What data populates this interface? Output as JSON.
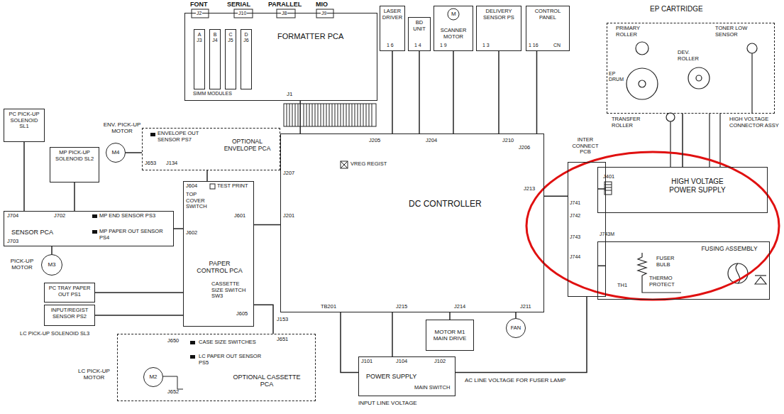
{
  "diagram": {
    "nodes": [
      {
        "text": [
          "FORMATTER PCA"
        ]
      },
      {
        "text": [
          "A",
          "J3"
        ],
        "in": 0
      },
      {
        "text": [
          "B",
          "J4"
        ],
        "in": 0
      },
      {
        "text": [
          "C",
          "J5"
        ],
        "in": 0
      },
      {
        "text": [
          "D",
          "J6"
        ],
        "in": 0
      },
      {
        "text": [
          "LASER DRIVER"
        ]
      },
      {
        "text": [
          "BD UNIT"
        ]
      },
      {
        "text": [
          "SCANNER MOTOR"
        ]
      },
      {
        "text": [
          "DELIVERY SENSOR PS"
        ]
      },
      {
        "text": [
          "CONTROL PANEL"
        ]
      },
      {
        "text": [
          "EP CARTRIDGE"
        ]
      },
      {
        "text": [
          "DC CONTROLLER"
        ]
      },
      {
        "text": [
          "INTER CONNECT PCB"
        ]
      },
      {
        "text": [
          "HIGH VOLTAGE POWER SUPPLY"
        ]
      },
      {
        "text": [
          "FUSING ASSEMBLY"
        ]
      },
      {
        "text": [
          "PC PICK-UP SOLENOID SL1"
        ]
      },
      {
        "text": [
          "MP PICK-UP SOLENOID SL2"
        ]
      },
      {
        "text": [
          "ENV. PICK-UP MOTOR",
          "M4"
        ]
      },
      {
        "text": [
          "OPTIONAL ENVELOPE PCA"
        ]
      },
      {
        "text": [
          "SENSOR PCA"
        ]
      },
      {
        "text": [
          "PICK-UP MOTOR",
          "M3"
        ]
      },
      {
        "text": [
          "PAPER CONTROL PCA"
        ]
      },
      {
        "text": [
          "PC TRAY PAPER OUT PS1"
        ]
      },
      {
        "text": [
          "INPUT/REGIST SENSOR PS2"
        ]
      },
      {
        "text": [
          "OPTIONAL CASSETTE PCA"
        ]
      },
      {
        "text": [
          "LC PICK-UP MOTOR",
          "M2"
        ],
        "in": 24
      },
      {
        "text": [
          "MOTOR M1",
          "MAIN DRIVE"
        ]
      },
      {
        "text": [
          "FAN"
        ]
      },
      {
        "text": [
          "POWER SUPPLY"
        ]
      }
    ],
    "edges": [
      {
        "from": 0,
        "to": 11,
        "arrow": "none"
      },
      {
        "from": 5,
        "to": 11,
        "arrow": "none"
      },
      {
        "from": 6,
        "to": 11,
        "arrow": "none"
      },
      {
        "from": 7,
        "to": 11,
        "arrow": "none"
      },
      {
        "from": 8,
        "to": 11,
        "arrow": "none"
      },
      {
        "from": 9,
        "to": 11,
        "arrow": "none"
      },
      {
        "from": 11,
        "to": 12,
        "arrow": "none"
      },
      {
        "from": 12,
        "to": 13,
        "arrow": "none"
      },
      {
        "from": 12,
        "to": 14,
        "arrow": "none"
      },
      {
        "from": 13,
        "to": 10,
        "arrow": "none"
      },
      {
        "from": 21,
        "to": 11,
        "arrow": "none"
      },
      {
        "from": 19,
        "to": 21,
        "arrow": "none"
      },
      {
        "from": 15,
        "to": 19,
        "arrow": "none"
      },
      {
        "from": 16,
        "to": 19,
        "arrow": "none"
      },
      {
        "from": 20,
        "to": 19,
        "arrow": "none"
      },
      {
        "from": 18,
        "to": 21,
        "arrow": "none"
      },
      {
        "from": 17,
        "to": 18,
        "arrow": "none"
      },
      {
        "from": 22,
        "to": 21,
        "arrow": "none"
      },
      {
        "from": 23,
        "to": 21,
        "arrow": "none"
      },
      {
        "from": 21,
        "to": 24,
        "arrow": "none"
      },
      {
        "from": 11,
        "to": 26,
        "arrow": "none"
      },
      {
        "from": 11,
        "to": 27,
        "arrow": "none"
      },
      {
        "from": 11,
        "to": 28,
        "arrow": "none"
      },
      {
        "from": 28,
        "to": 11,
        "arrow": "none"
      },
      {
        "from": 28,
        "to": 12,
        "arrow": "none"
      }
    ],
    "labels": [
      "FONT",
      "SERIAL",
      "PARALLEL",
      "MIO",
      "J2",
      "J10",
      "J8",
      "J9",
      "SIMM MODULES",
      "J1",
      "J205",
      "J204",
      "J210",
      "J206",
      "J207",
      "VREG REGIST",
      "J213",
      "J201",
      "TB201",
      "J215",
      "J214",
      "J211",
      "1 6",
      "1 4",
      "1 9",
      "1 3",
      "1 16",
      "CN",
      "M",
      "PRIMARY ROLLER",
      "TONER LOW SENSOR",
      "DEV. ROLLER",
      "EP DRUM",
      "TRANSFER ROLLER",
      "HIGH VOLTAGE CONNECTOR ASSY",
      "J401",
      "J741",
      "J742",
      "J743",
      "J744",
      "J743M",
      "FUSER BULB",
      "TH1",
      "THERMO PROTECT",
      "J704",
      "J702",
      "MP END SENSOR PS3",
      "MP PAPER OUT SENSOR PS4",
      "J703",
      "J653",
      "J134",
      "ENVELOPE OUT SENSOR PS7",
      "J604",
      "TEST PRINT",
      "TOP COVER SWITCH",
      "J601",
      "J602",
      "CASSETTE SIZE SWITCH SW3",
      "J605",
      "LC PICK-UP SOLENOID SL3",
      "J153",
      "J651",
      "J650",
      "J652",
      "CASE SIZE SWITCHES",
      "LC PAPER OUT SENSOR PS5",
      "J101",
      "J104",
      "J102",
      "MAIN SWITCH",
      "INPUT LINE VOLTAGE",
      "AC LINE VOLTAGE FOR FUSER LAMP"
    ]
  }
}
